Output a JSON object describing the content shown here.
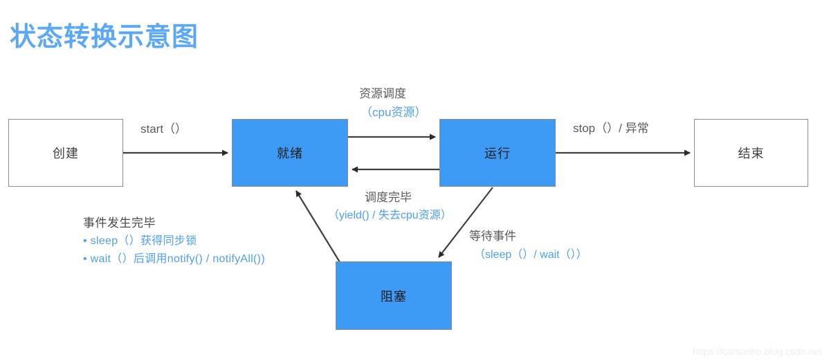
{
  "page": {
    "title": "状态转换示意图",
    "title_color": "#5ba8f7",
    "background": "#ffffff",
    "watermark": "https://carsonho.blog.csdn.net"
  },
  "palette": {
    "node_blue": "#3d9bf5",
    "node_white": "#ffffff",
    "node_border": "#8c8c8c",
    "label_gray": "#5a5a5a",
    "label_blue": "#4d9ff5",
    "arrow": "#3f3f3f"
  },
  "nodes": [
    {
      "id": "created",
      "label": "创建",
      "style": "white"
    },
    {
      "id": "ready",
      "label": "就绪",
      "style": "blue"
    },
    {
      "id": "running",
      "label": "运行",
      "style": "blue"
    },
    {
      "id": "ended",
      "label": "结束",
      "style": "white"
    },
    {
      "id": "blocked",
      "label": "阻塞",
      "style": "blue"
    }
  ],
  "edges": [
    {
      "id": "created-ready",
      "from": "创建",
      "to": "就绪",
      "label_gray": "start（）",
      "label_blue": ""
    },
    {
      "id": "ready-running",
      "from": "就绪",
      "to": "运行",
      "label_gray": "资源调度",
      "label_blue": "（cpu资源）"
    },
    {
      "id": "running-ready",
      "from": "运行",
      "to": "就绪",
      "label_gray": "调度完毕",
      "label_blue": "（yield() / 失去cpu资源）"
    },
    {
      "id": "running-ended",
      "from": "运行",
      "to": "结束",
      "label_gray": "stop（）/ 异常",
      "label_blue": ""
    },
    {
      "id": "running-blocked",
      "from": "运行",
      "to": "阻塞",
      "label_gray": "等待事件",
      "label_blue": "（sleep（）/ wait（））"
    },
    {
      "id": "blocked-ready",
      "from": "阻塞",
      "to": "就绪",
      "label_gray": "事件发生完毕",
      "label_blue": ""
    }
  ],
  "note": {
    "title": "事件发生完毕",
    "items": [
      "• sleep（）获得同步锁",
      "• wait（）后调用notify() / notifyAll())"
    ]
  }
}
